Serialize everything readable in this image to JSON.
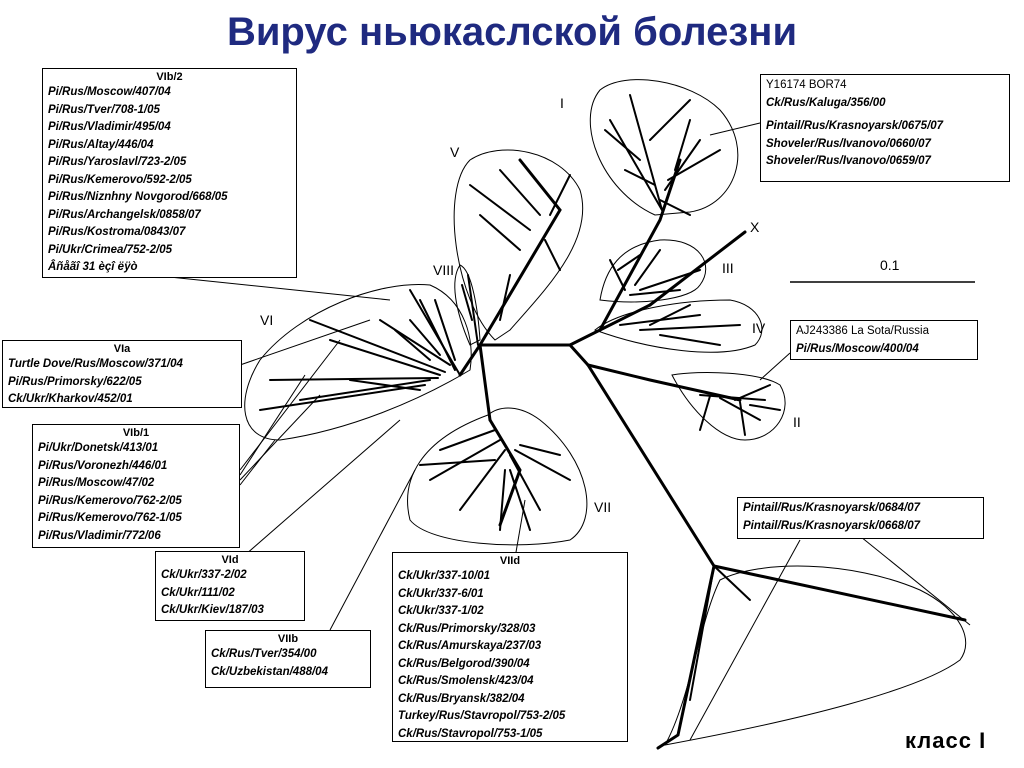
{
  "title": "Вирус ньюкаслской болезни",
  "class_label": "класс I",
  "scale_label": "0.1",
  "clades": [
    "I",
    "V",
    "X",
    "III",
    "VIII",
    "VI",
    "IV",
    "II",
    "VII"
  ],
  "groups": {
    "vib2": {
      "header": "VIb/2",
      "items": [
        "Pi/Rus/Moscow/407/04",
        "Pi/Rus/Tver/708-1/05",
        "Pi/Rus/Vladimir/495/04",
        "Pi/Rus/Altay/446/04",
        "Pi/Rus/Yaroslavl/723-2/05",
        "Pi/Rus/Kemerovo/592-2/05",
        "Pi/Rus/Niznhny Novgorod/668/05",
        "Pi/Rus/Archangelsk/0858/07",
        "Pi/Rus/Kostroma/0843/07",
        "Pi/Ukr/Crimea/752-2/05",
        "Âñåãî 31 èçî ëÿò"
      ]
    },
    "via": {
      "header": "VIa",
      "items": [
        "Turtle Dove/Rus/Moscow/371/04",
        "Pi/Rus/Primorsky/622/05",
        "Ck/Ukr/Kharkov/452/01"
      ]
    },
    "vib1": {
      "header": "VIb/1",
      "items": [
        "Pi/Ukr/Donetsk/413/01",
        "Pi/Rus/Voronezh/446/01",
        "Pi/Rus/Moscow/47/02",
        "Pi/Rus/Kemerovo/762-2/05",
        "Pi/Rus/Kemerovo/762-1/05",
        "Pi/Rus/Vladimir/772/06"
      ]
    },
    "vid": {
      "header": "VId",
      "items": [
        "Ck/Ukr/337-2/02",
        "Ck/Ukr/111/02",
        "Ck/Ukr/Kiev/187/03"
      ]
    },
    "viib": {
      "header": "VIIb",
      "items": [
        "Ck/Rus/Tver/354/00",
        "Ck/Uzbekistan/488/04"
      ]
    },
    "viid": {
      "header": "VIId",
      "items": [
        "Ck/Ukr/337-10/01",
        "Ck/Ukr/337-6/01",
        "Ck/Ukr/337-1/02",
        "Ck/Rus/Primorsky/328/03",
        "Ck/Rus/Amurskaya/237/03",
        "Ck/Rus/Belgorod/390/04",
        "Ck/Rus/Smolensk/423/04",
        "Ck/Rus/Bryansk/382/04",
        "Turkey/Rus/Stavropol/753-2/05",
        "Ck/Rus/Stavropol/753-1/05"
      ]
    },
    "g1": {
      "plain_items": [
        "Y16174 BOR74"
      ],
      "items": [
        "Ck/Rus/Kaluga/356/00",
        "Pintail/Rus/Krasnoyarsk/0675/07",
        "Shoveler/Rus/Ivanovo/0660/07",
        "Shoveler/Rus/Ivanovo/0659/07"
      ]
    },
    "g4": {
      "plain_items": [
        "AJ243386 La Sota/Russia"
      ],
      "items": [
        "Pi/Rus/Moscow/400/04"
      ]
    },
    "gclass": {
      "items": [
        "Pintail/Rus/Krasnoyarsk/0684/07",
        "Pintail/Rus/Krasnoyarsk/0668/07"
      ]
    }
  }
}
